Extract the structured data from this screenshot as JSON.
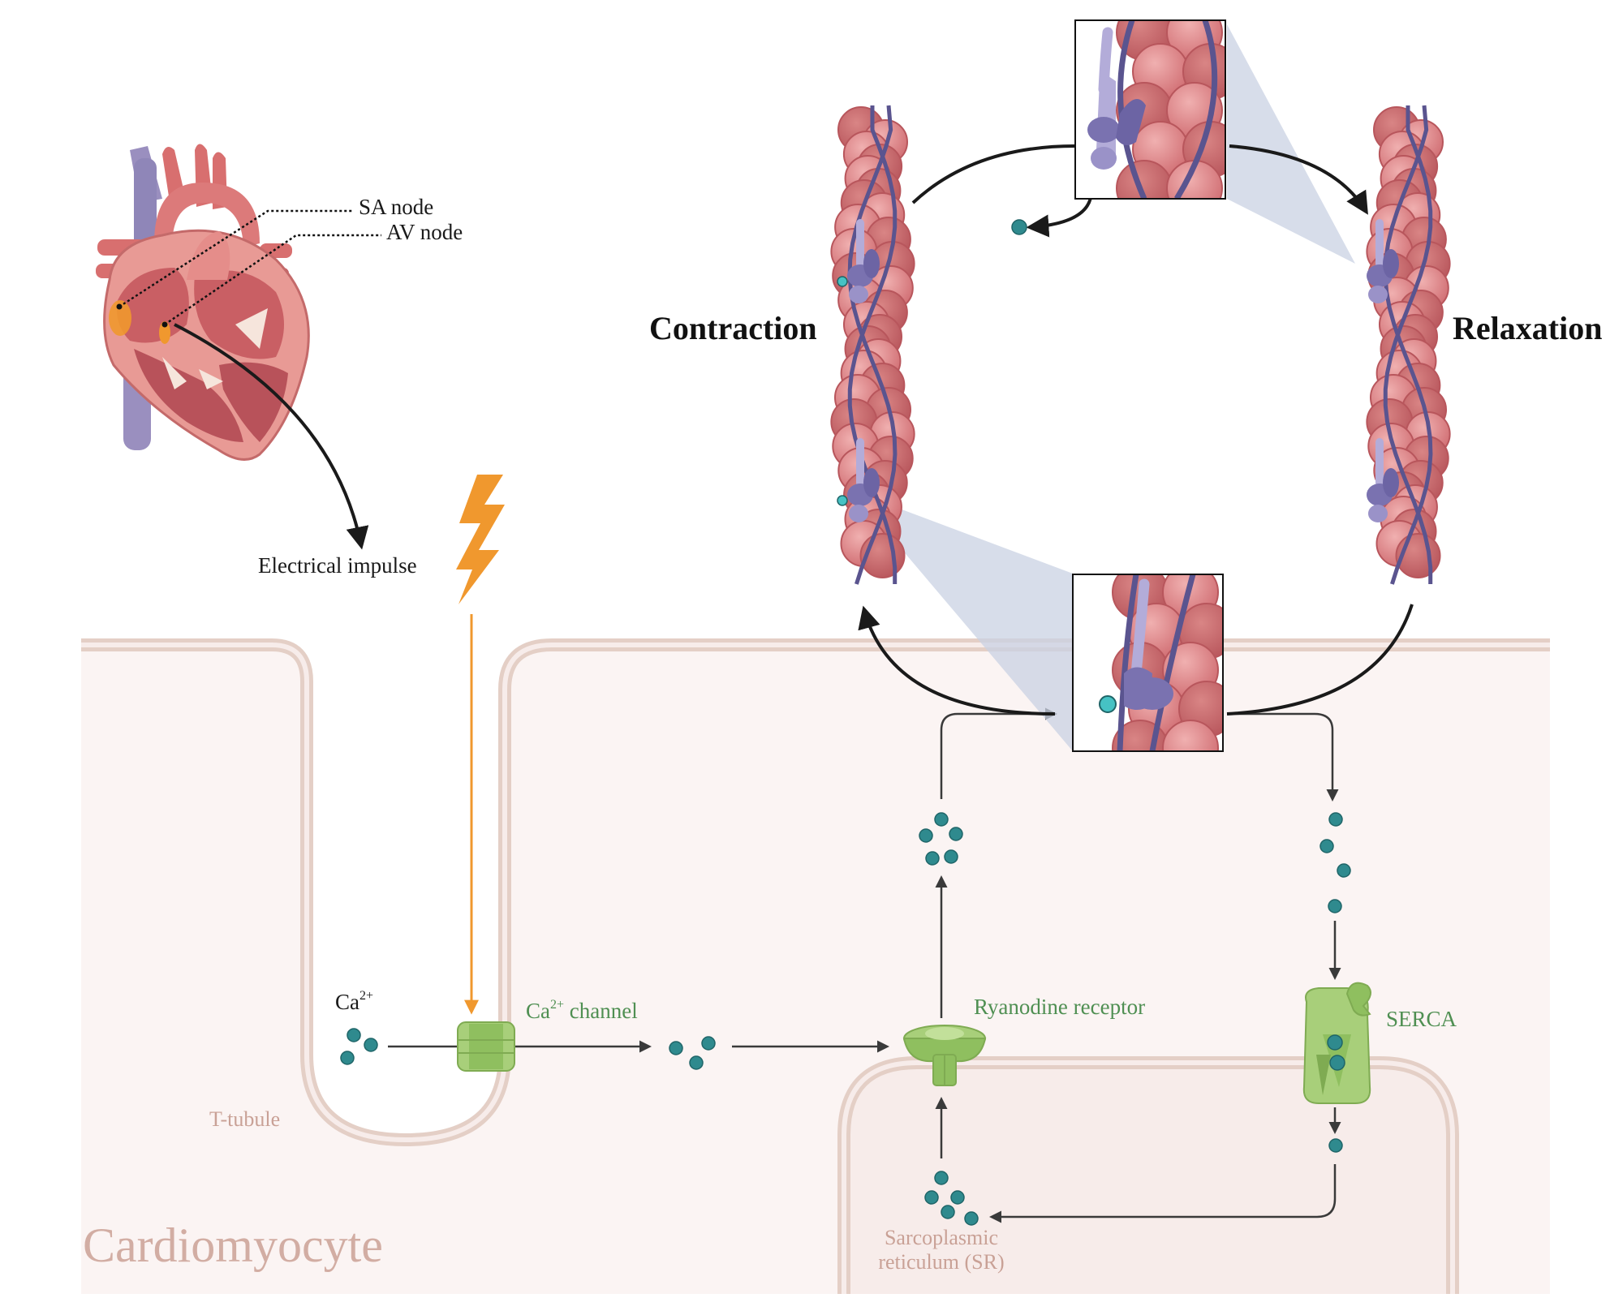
{
  "heart": {
    "sa_node_label": "SA node",
    "av_node_label": "AV node",
    "impulse_label": "Electrical impulse"
  },
  "cycle": {
    "contraction_label": "Contraction",
    "relaxation_label": "Relaxation"
  },
  "cell": {
    "title": "Cardiomyocyte",
    "t_tubule_label": "T-tubule",
    "ca_label": "Ca",
    "ca_sup": "2+",
    "ca_channel_label": "Ca",
    "ca_channel_sup": "2+",
    "ca_channel_suffix": " channel",
    "ryanodine_label": "Ryanodine receptor",
    "serca_label": "SERCA",
    "sr_label_line1": "Sarcoplasmic",
    "sr_label_line2": "reticulum (SR)"
  },
  "colors": {
    "calcium": "#2f8a8e",
    "channel_green": "#8fbf5f",
    "actin_red": "#d9767a",
    "myosin_purple": "#7a72b0",
    "cell_fill": "#fbf4f3",
    "membrane": "#e4cfc6",
    "impulse_orange": "#f0982e"
  }
}
